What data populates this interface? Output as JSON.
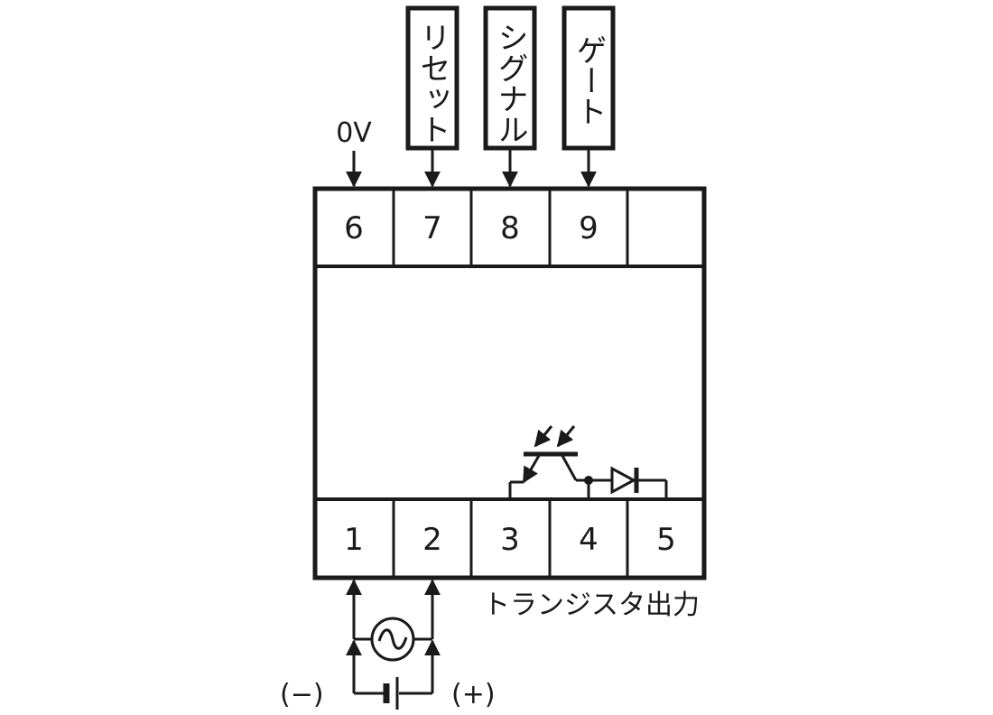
{
  "top_terminals": [
    "6",
    "7",
    "8",
    "9",
    ""
  ],
  "bottom_terminals": [
    "1",
    "2",
    "3",
    "4",
    "5"
  ],
  "label_0v": "0V",
  "input_reset": "リセット",
  "input_signal": "シグナル",
  "input_gate": "ゲート",
  "output_label": "トランジスタ出力",
  "polarity_negative": "(−)",
  "polarity_positive": "(+)",
  "colors": {
    "line": "#1a1a1a",
    "background": "#ffffff"
  }
}
